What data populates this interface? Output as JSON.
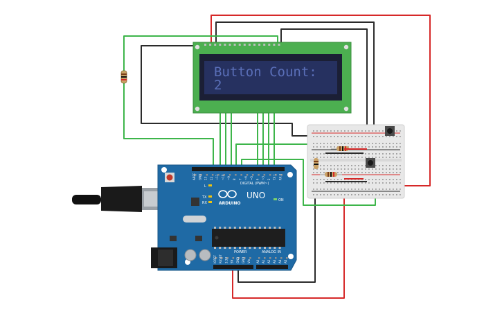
{
  "lcd": {
    "line1": "Button Count:",
    "line2": "2"
  },
  "arduino": {
    "brand": "ARDUINO",
    "model": "UNO",
    "header_digital": "DIGITAL (PWM~)",
    "header_power": "POWER",
    "header_analog": "ANALOG IN",
    "on_label": "ON",
    "led_l": "L",
    "led_tx": "TX",
    "led_rx": "RX",
    "digital_pins": [
      "AREF",
      "GND",
      "13",
      "12",
      "~11",
      "~10",
      "~9",
      "8",
      "7",
      "~6",
      "~5",
      "4",
      "~3",
      "2",
      "TX 1",
      "RX 0"
    ],
    "power_pins": [
      "IOREF",
      "RESET",
      "3.3V",
      "5V",
      "GND",
      "GND",
      "Vin"
    ],
    "analog_pins": [
      "A0",
      "A1",
      "A2",
      "A3",
      "A4",
      "A5"
    ]
  },
  "colors": {
    "wire_green": "#3db54a",
    "wire_red": "#d62828",
    "wire_black": "#2b2b2b",
    "board_blue": "#1f6aa5",
    "lcd_bezel": "#4caf50",
    "lcd_screen": "#263160",
    "lcd_text": "#5a6fb8"
  }
}
